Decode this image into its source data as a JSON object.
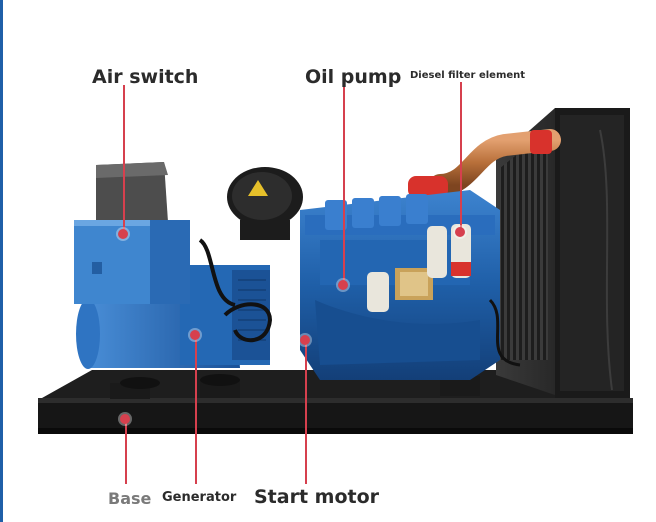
{
  "labels": {
    "air_switch": "Air switch",
    "oil_pump": "Oil pump",
    "diesel_filter_element": "Diesel filter element",
    "base": "Base",
    "generator": "Generator",
    "start_motor": "Start motor"
  },
  "colors": {
    "engine_blue": "#1f5fa8",
    "marker_red": "#d6404e",
    "frame_black": "#161616",
    "radiator_dark": "#2a2a2a",
    "pipe_copper": "#b8703a",
    "hose_red": "#d8322c"
  }
}
